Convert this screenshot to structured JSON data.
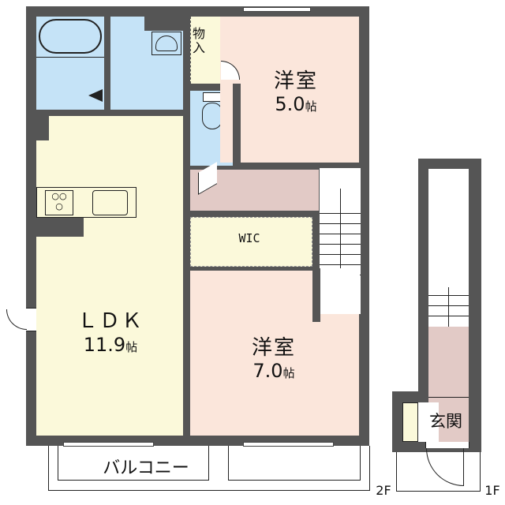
{
  "floorplan": {
    "colors": {
      "wall": "#555555",
      "wet_area": "#c5e3f7",
      "ldk": "#fbf9da",
      "bedroom": "#fbe6db",
      "hallway": "#e2cac6"
    },
    "rooms": {
      "bedroom_north": {
        "name": "洋室",
        "size": "5.0",
        "unit": "帖"
      },
      "bedroom_south": {
        "name": "洋室",
        "size": "7.0",
        "unit": "帖"
      },
      "ldk": {
        "name": "ＬＤＫ",
        "size": "11.9",
        "unit": "帖"
      },
      "storage": {
        "name": "物入"
      },
      "wic": {
        "name": "WIC"
      },
      "entrance": {
        "name": "玄関"
      },
      "balcony": {
        "name": "バルコニー"
      }
    },
    "floor_labels": {
      "second": "2F",
      "first": "1F"
    }
  }
}
